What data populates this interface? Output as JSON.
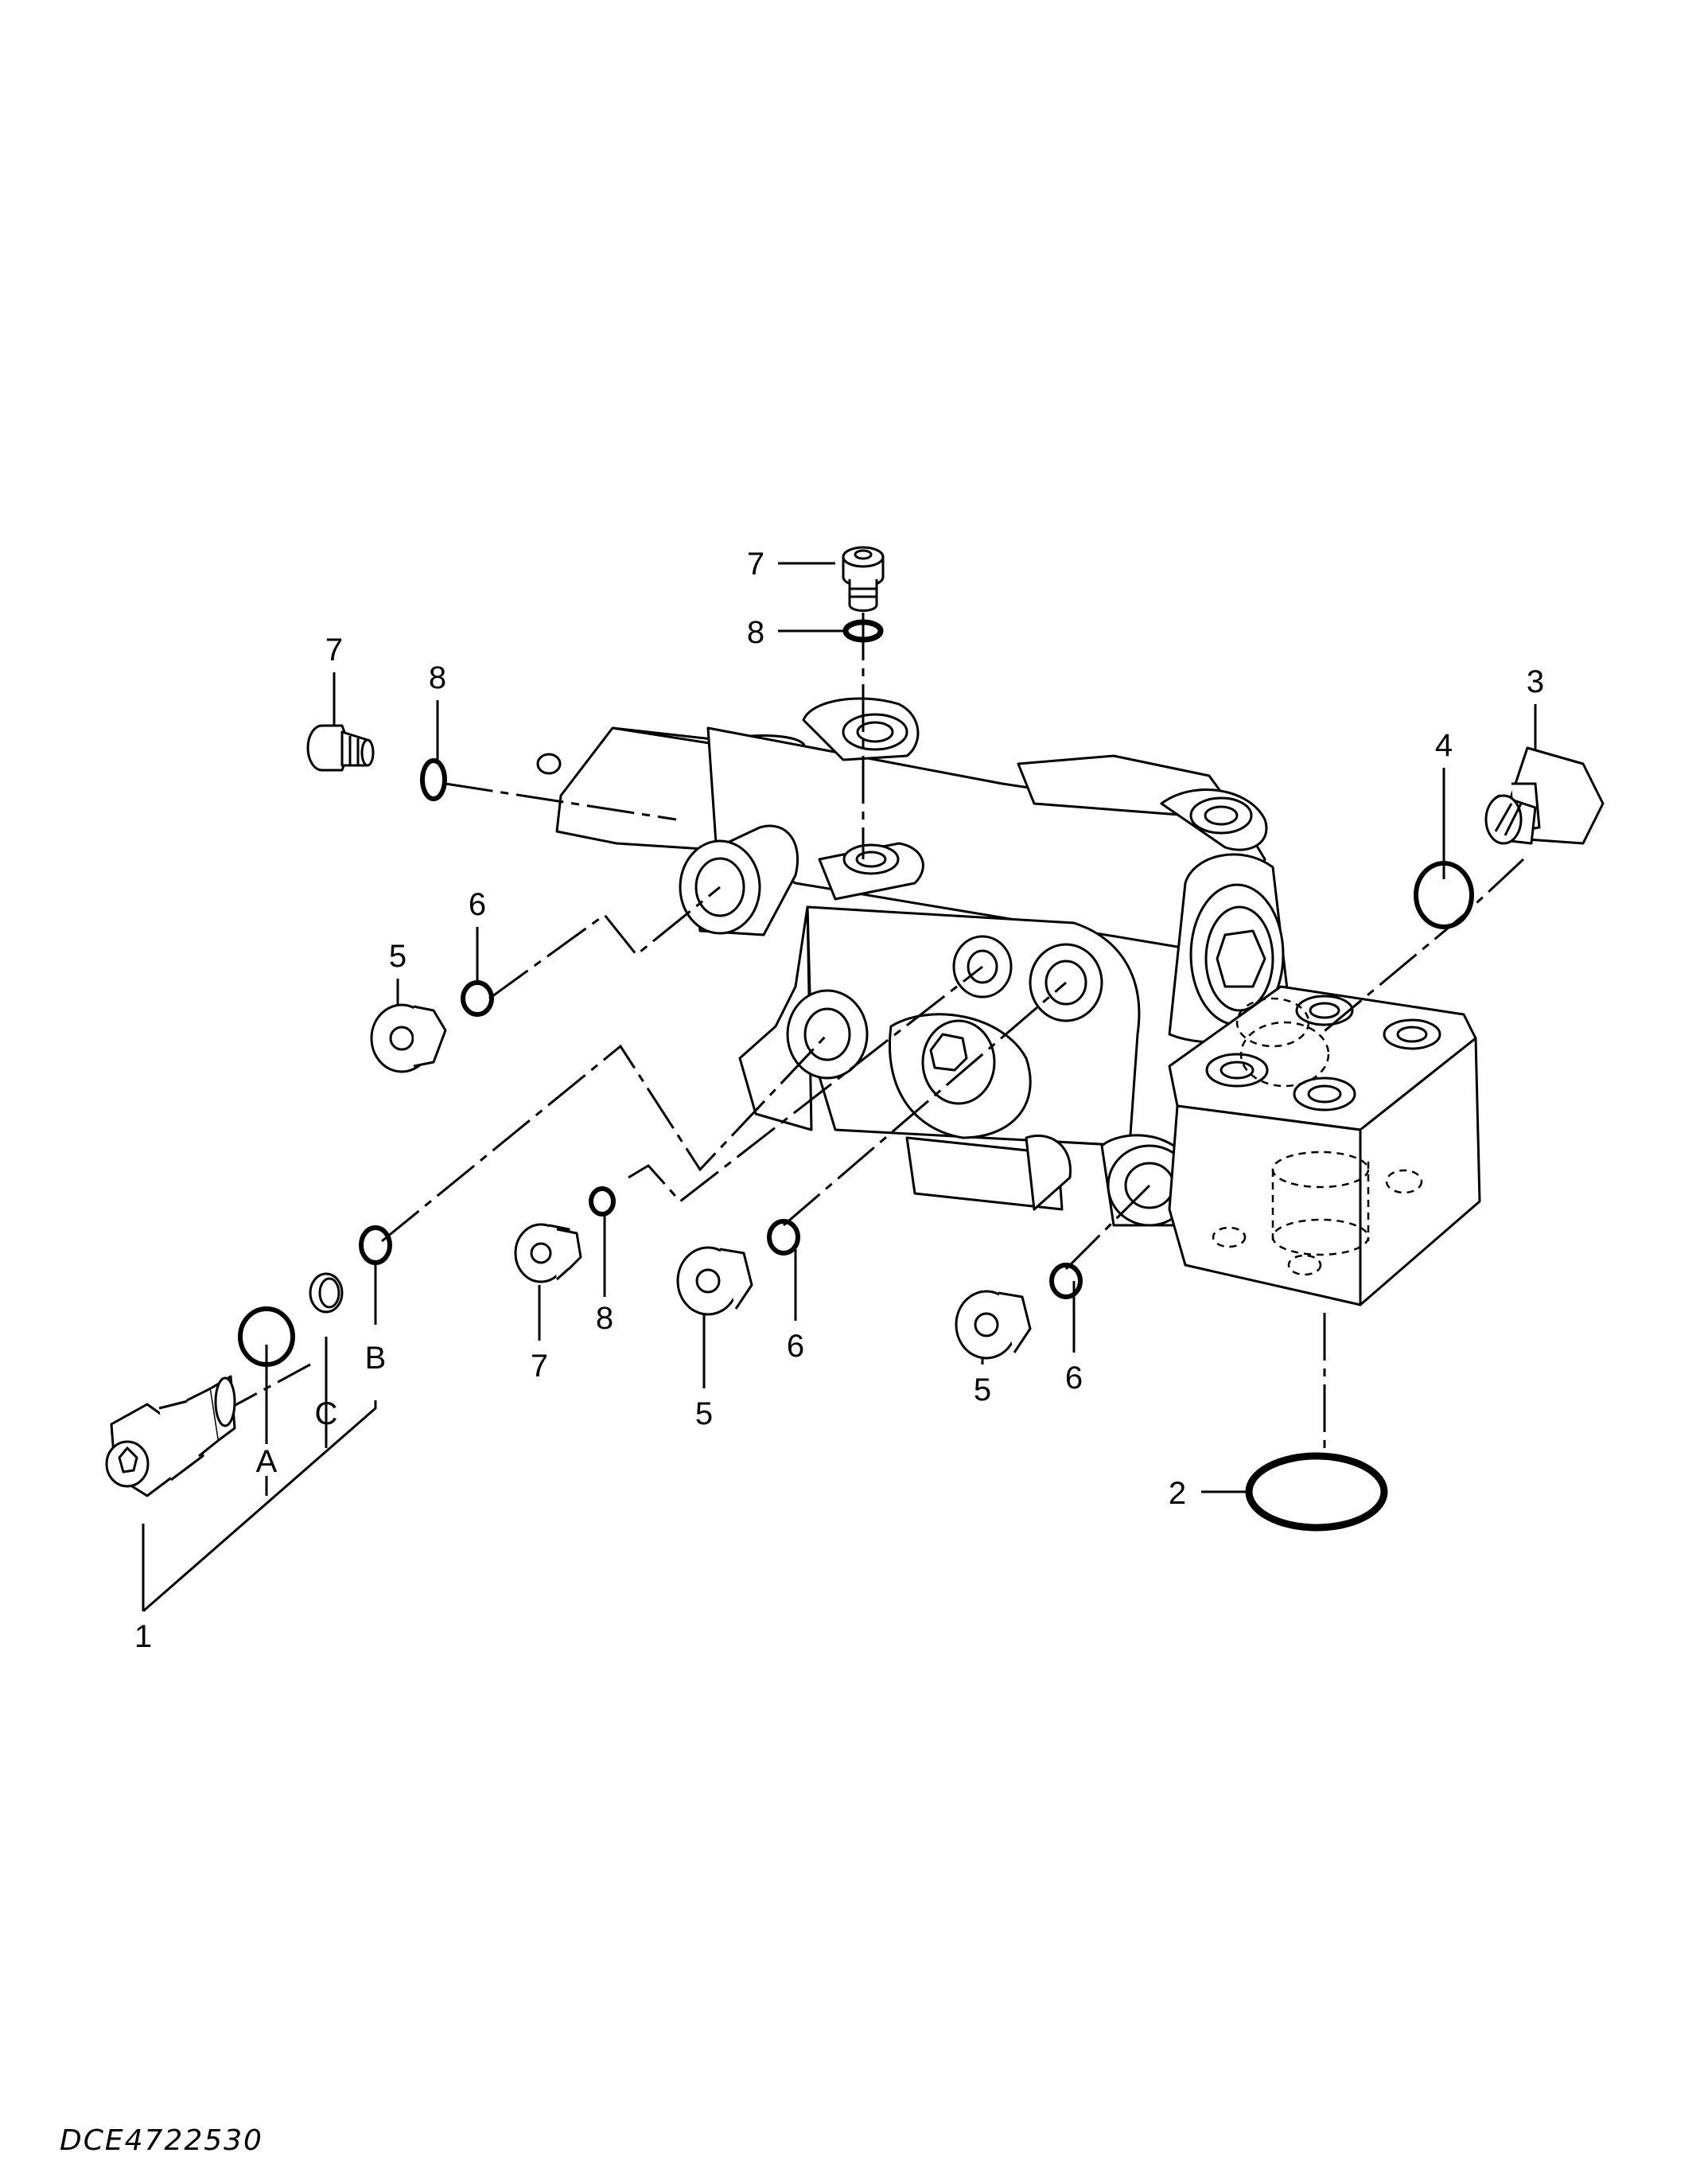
{
  "callouts": {
    "c1": "1",
    "c2": "2",
    "c3": "3",
    "c4": "4",
    "c5a": "5",
    "c5b": "5",
    "c5c": "5",
    "c6a": "6",
    "c6b": "6",
    "c6c": "6",
    "c7a": "7",
    "c7b": "7",
    "c7c": "7",
    "c8a": "8",
    "c8b": "8",
    "c8c": "8",
    "sub_a": "A",
    "sub_b": "B",
    "sub_c": "C"
  },
  "drawing_code": "DCE4722530"
}
